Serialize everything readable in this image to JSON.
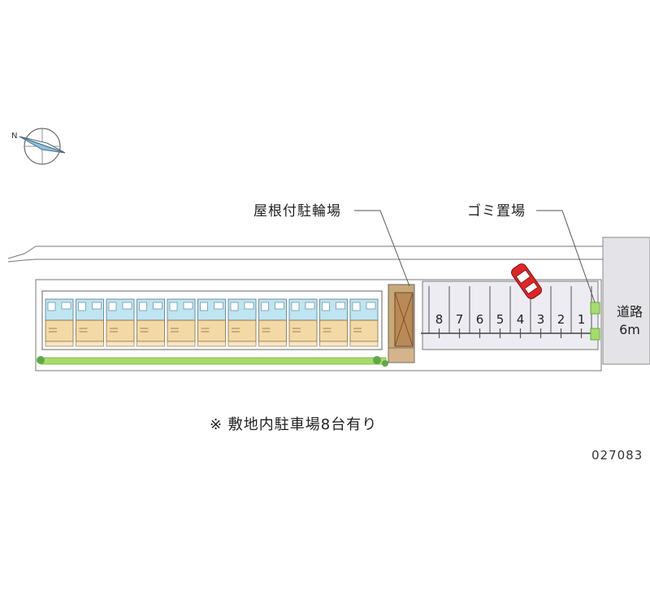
{
  "labels": {
    "bicycle_parking": "屋根付駐輪場",
    "garbage_area": "ゴミ置場",
    "road_line1": "道路",
    "road_line2": "6m"
  },
  "note": "※ 敷地内駐車場8台有り",
  "property_id": "027083",
  "parking_spaces": [
    "8",
    "7",
    "6",
    "5",
    "4",
    "3",
    "2",
    "1"
  ],
  "building_units_count": 11,
  "compass": {
    "north_marker": "N"
  },
  "colors": {
    "unit_tan": "#f3d9a6",
    "unit_blue": "#bfe4f2",
    "green": "#a8dc6a",
    "parking_grey": "#ececf2",
    "road_grey": "#e4e4e8",
    "bike_brown": "#b98a55",
    "car_red": "#e02424"
  }
}
